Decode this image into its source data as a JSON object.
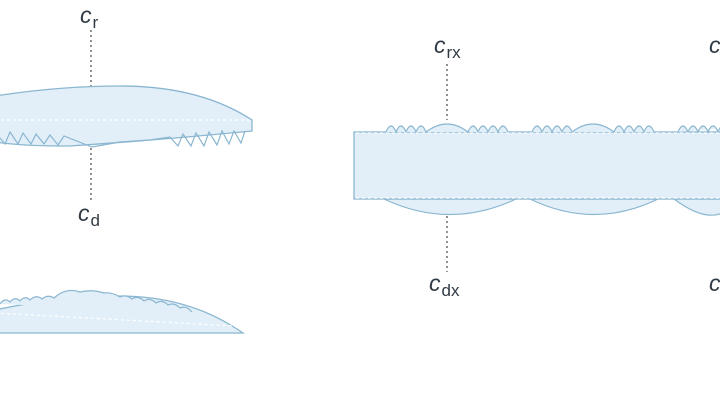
{
  "labels": {
    "cr": {
      "base": "c",
      "sub": "r"
    },
    "cd": {
      "base": "c",
      "sub": "d"
    },
    "crx": {
      "base": "c",
      "sub": "rx"
    },
    "cdx": {
      "base": "c",
      "sub": "dx"
    },
    "cr_edge": {
      "base": "c",
      "sub": ""
    },
    "cd_edge": {
      "base": "c",
      "sub": ""
    }
  },
  "colors": {
    "fill": "#e3eff8",
    "stroke": "#8ab6d1",
    "dashed": "#ffffff",
    "guide": "#555555",
    "text": "#2f3a44"
  }
}
